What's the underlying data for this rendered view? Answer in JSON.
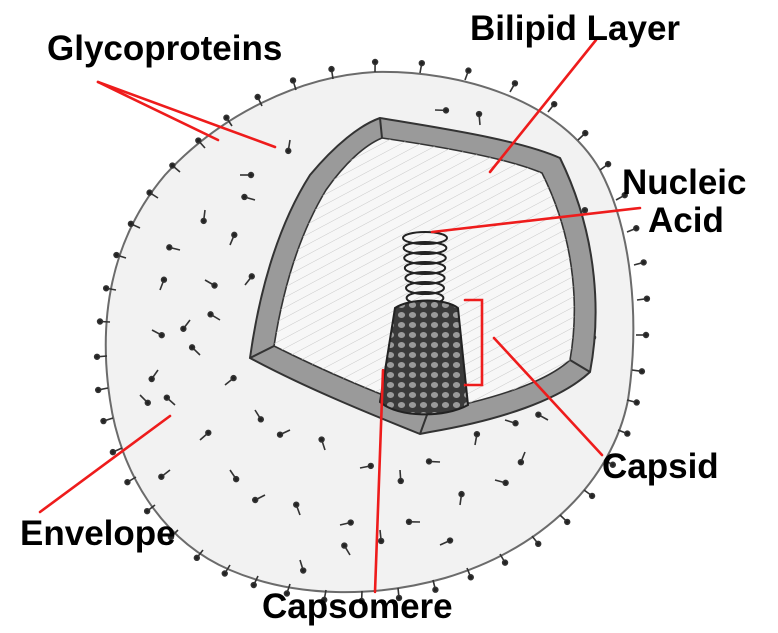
{
  "labels": {
    "glycoproteins": "Glycoproteins",
    "bilipid_layer": "Bilipid Layer",
    "nucleic_acid_line1": "Nucleic",
    "nucleic_acid_line2": "Acid",
    "capsid": "Capsid",
    "envelope": "Envelope",
    "capsomere": "Capsomere"
  },
  "colors": {
    "leader_line": "#ee1c1c",
    "envelope_fill": "#f2f2f2",
    "bilayer_fill": "#9a9a9a",
    "interior_fill": "#f7f7f7",
    "ink": "#111111"
  }
}
